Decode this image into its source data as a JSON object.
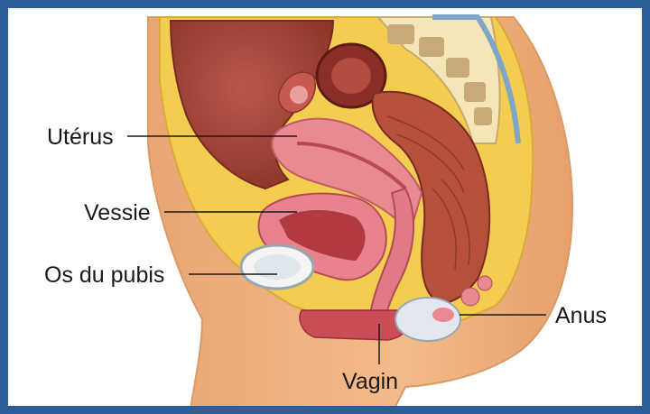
{
  "labels": {
    "uterus": "Utérus",
    "bladder": "Vessie",
    "pubis": "Os du pubis",
    "anus": "Anus",
    "vagina": "Vagin"
  },
  "colors": {
    "frame": "#2c5e9c",
    "skin": "#efb07e",
    "fat": "#f2cd4f",
    "muscle": "#b7503a",
    "uterus": "#e98a93",
    "bladder": "#e7828e",
    "cavity": "#a8463a"
  }
}
